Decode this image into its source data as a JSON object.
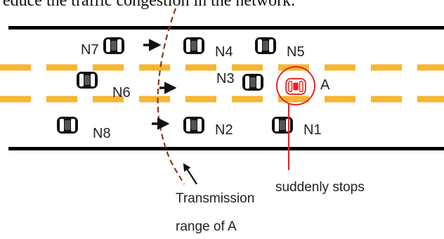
{
  "caption_fragment": "educe the traffic congestion in the network.",
  "vehicles": [
    {
      "label": "N7",
      "label_side": "left",
      "highlighted": false
    },
    {
      "label": "N4",
      "label_side": "right",
      "highlighted": false
    },
    {
      "label": "N5",
      "label_side": "right",
      "highlighted": false
    },
    {
      "label": "N6",
      "label_side": "right",
      "highlighted": false
    },
    {
      "label": "N3",
      "label_side": "left",
      "highlighted": false
    },
    {
      "label": "A",
      "label_side": "right",
      "highlighted": true
    },
    {
      "label": "N8",
      "label_side": "right",
      "highlighted": false
    },
    {
      "label": "N2",
      "label_side": "right",
      "highlighted": false
    },
    {
      "label": "N1",
      "label_side": "right",
      "highlighted": false
    }
  ],
  "annotations": {
    "stop_label": "suddenly stops",
    "range_label_line1": "Transmission",
    "range_label_line2": "range of A"
  },
  "colors": {
    "road_edge": "#000000",
    "lane_divider": "#f7b531",
    "car": "#111111",
    "highlight": "#e8231e",
    "range_boundary": "#8b3a1a"
  },
  "icons": {
    "vehicle": "car-top-view-icon",
    "direction": "arrow-right-icon"
  }
}
